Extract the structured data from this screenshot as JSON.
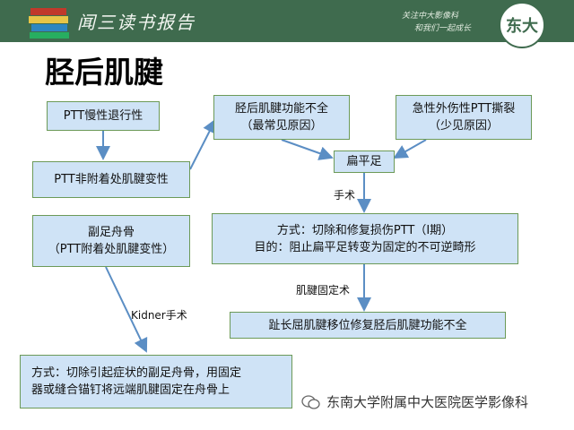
{
  "banner": {
    "title": "闻三读书报告",
    "slogan_line1": "关注中大影像科",
    "slogan_line2": "和我们一起成长",
    "seal_text": "东大"
  },
  "page_title": "胫后肌腱",
  "boxes": {
    "ptt_chronic": "PTT慢性退行性",
    "ptt_non_insertion": "PTT非附着处肌腱变性",
    "accessory_navicular": "副足舟骨\n（PTT附着处肌腱变性）",
    "ptt_insufficiency": "胫后肌腱功能不全\n（最常见原因）",
    "acute_tear": "急性外伤性PTT撕裂\n（少见原因）",
    "flatfoot": "扁平足",
    "method1": "方式：切除和修复损伤PTT（I期）\n目的：阻止扁平足转变为固定的不可逆畸形",
    "fdl_transfer": "趾长屈肌腱移位修复胫后肌腱功能不全",
    "kidner_method": "方式：切除引起症状的副足舟骨，用固定\n器或缝合锚钉将远端肌腱固定在舟骨上"
  },
  "edge_labels": {
    "surgery": "手术",
    "tendon_fixation": "肌腱固定术",
    "kidner": "Kidner手术"
  },
  "watermark": "东南大学附属中大医院医学影像科",
  "colors": {
    "banner": "#3f6b4e",
    "box_fill": "#cfe3f6",
    "box_border": "#6c9a58",
    "arrow": "#5b8ec4"
  }
}
